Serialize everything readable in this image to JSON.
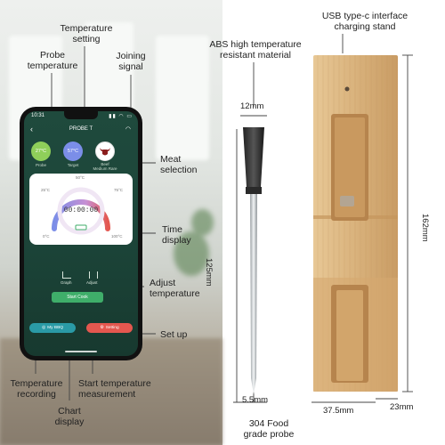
{
  "labels": {
    "probe_temperature": [
      "Probe",
      "temperature"
    ],
    "temperature_setting": [
      "Temperature",
      "setting"
    ],
    "joining_signal": [
      "Joining",
      "signal"
    ],
    "meat_selection": [
      "Meat",
      "selection"
    ],
    "time_display": [
      "Time",
      "display"
    ],
    "adjust_temperature": [
      "Adjust",
      "temperature"
    ],
    "set_up": "Set up",
    "temperature_recording": [
      "Temperature",
      "recording"
    ],
    "chart_display": [
      "Chart",
      "display"
    ],
    "start_temperature_measurement": [
      "Start temperature",
      "measurement"
    ],
    "usb_charging_stand": [
      "USB type-c interface",
      "charging stand"
    ],
    "abs_material": [
      "ABS high temperature",
      "resistant material"
    ],
    "food_grade_probe": [
      "304 Food",
      "grade probe"
    ]
  },
  "dimensions": {
    "probe_width": "12mm",
    "probe_length": "125mm",
    "tip_width": "5.5mm",
    "stand_height": "162mm",
    "stand_width": "37.5mm",
    "stand_depth": "23mm"
  },
  "app": {
    "status_time": "10:31",
    "title": "PROBE T",
    "probe_temp": "27°C",
    "probe_caption": "Probe",
    "target_temp": "57°C",
    "target_caption": "Target",
    "meat_caption_1": "Beef",
    "meat_caption_2": "Medium Rare",
    "gauge": {
      "t50": "50°C",
      "t25": "25°C",
      "t75": "75°C",
      "t0": "0°C",
      "t100": "100°C"
    },
    "timer": "00:00:00",
    "graph_caption": "Graph",
    "adjust_caption": "Adjust",
    "start_cook": "Start Cook",
    "my_bbq": "My BBQ",
    "setting": "Setting"
  },
  "colors": {
    "probe_circle": "#8fcf5a",
    "target_circle": "#7b8ee8",
    "start_button": "#3fae6a",
    "my_bbq_button": "#2a9aa6",
    "setting_button": "#e4574f",
    "bamboo": "#d9b27c"
  }
}
